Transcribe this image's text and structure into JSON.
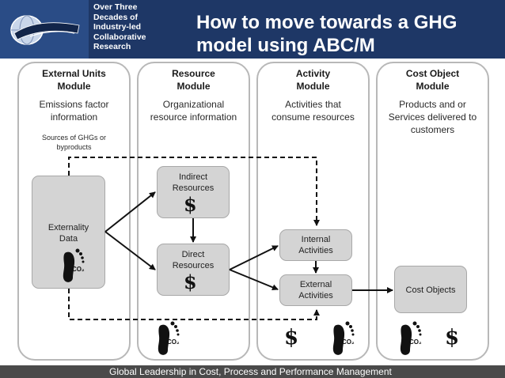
{
  "header": {
    "tagline": [
      "Over Three",
      "Decades of",
      "Industry-led",
      "Collaborative",
      "Research"
    ],
    "title_line1": "How to move towards a GHG",
    "title_line2": "model using ABC/M"
  },
  "modules": [
    {
      "title1": "External Units",
      "title2": "Module",
      "desc1": "Emissions factor",
      "desc2": "information",
      "note1": "Sources of GHGs or",
      "note2": "byproducts"
    },
    {
      "title1": "Resource",
      "title2": "Module",
      "desc1": "Organizational",
      "desc2": "resource information"
    },
    {
      "title1": "Activity",
      "title2": "Module",
      "desc1": "Activities that",
      "desc2": "consume resources"
    },
    {
      "title1": "Cost Object",
      "title2": "Module",
      "desc1": "Products and or",
      "desc2": "Services delivered to",
      "desc3": "customers"
    }
  ],
  "boxes": {
    "externality_data": [
      "Externality",
      "Data"
    ],
    "indirect_resources": [
      "Indirect",
      "Resources"
    ],
    "direct_resources": [
      "Direct",
      "Resources"
    ],
    "internal_activities": [
      "Internal",
      "Activities"
    ],
    "external_activities": [
      "External",
      "Activities"
    ],
    "cost_objects": "Cost Objects"
  },
  "symbols": {
    "dollar": "$",
    "co2": "CO₂"
  },
  "icons": {
    "footprint": "co2-footprint-icon",
    "dollar": "dollar-sign-icon",
    "logo": "globe-logo"
  },
  "footer": {
    "text": "Global Leadership in Cost, Process and Performance Management"
  },
  "colors": {
    "header_bg": "#1e3766",
    "footer_bg": "#4a4a4a",
    "box_fill": "#d4d4d4"
  }
}
